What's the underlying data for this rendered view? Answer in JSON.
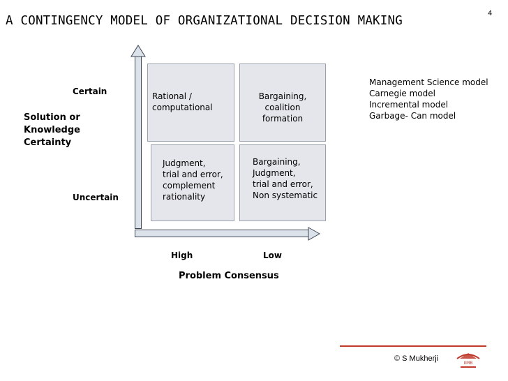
{
  "slide": {
    "title": "A CONTINGENCY MODEL OF ORGANIZATIONAL DECISION MAKING",
    "number": "4"
  },
  "y_axis": {
    "label_line1": "Solution or",
    "label_line2": "Knowledge",
    "label_line3": "Certainty",
    "top": "Certain",
    "bottom": "Uncertain"
  },
  "x_axis": {
    "label": "Problem Consensus",
    "left": "High",
    "right": "Low"
  },
  "quadrants": {
    "top_left": "Rational /\ncomputational",
    "top_right": "Bargaining,\ncoalition\nformation",
    "bottom_left": "Judgment,\ntrial and error,\ncomplement\nrationality",
    "bottom_right": "Bargaining,\nJudgment,\ntrial and error,\nNon systematic"
  },
  "models": [
    "Management Science model",
    "Carnegie model",
    "Incremental model",
    "Garbage- Can model"
  ],
  "footer": {
    "copyright": "©  S Mukherji",
    "logo_text": "IIMB",
    "accent_color": "#c0392b"
  }
}
